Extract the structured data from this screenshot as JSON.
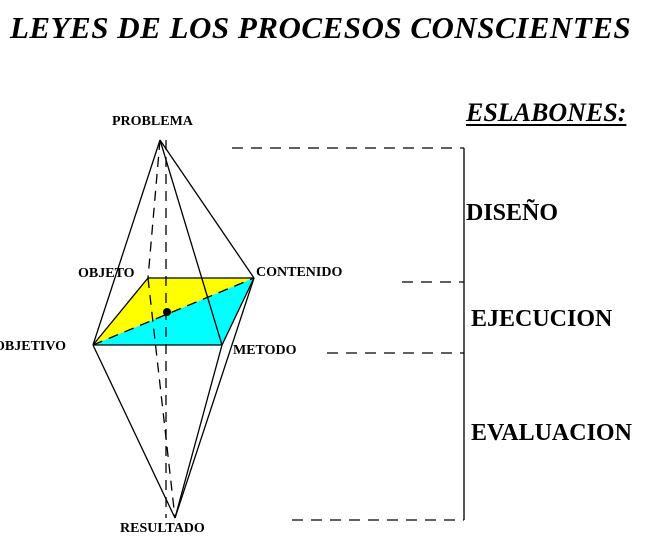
{
  "title": "LEYES DE LOS PROCESOS CONSCIENTES",
  "header": "ESLABONES:",
  "vertices": {
    "problema": "PROBLEMA",
    "objeto": "OBJETO",
    "contenido": "CONTENIDO",
    "objetivo": "OBJETIVO",
    "metodo": "METODO",
    "resultado": "RESULTADO"
  },
  "eslabones": [
    "DISEÑO",
    "EJECUCION",
    "EVALUACION"
  ],
  "colors": {
    "objeto_face": "#ffff00",
    "metodo_face": "#00ffff",
    "lines": "#000000"
  }
}
